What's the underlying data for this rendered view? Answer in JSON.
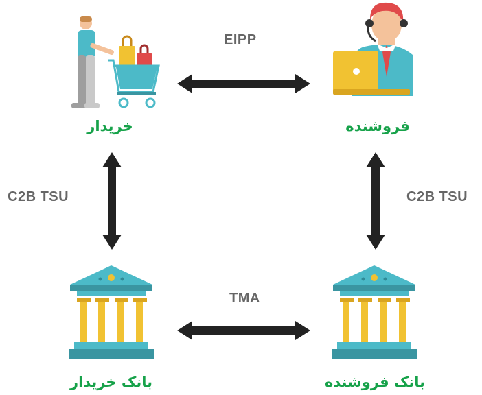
{
  "nodes": {
    "buyer": {
      "label": "خریدار",
      "icon": "shopper-with-cart-icon"
    },
    "seller": {
      "label": "فروشنده",
      "icon": "salesperson-with-laptop-icon"
    },
    "buyer_bank": {
      "label": "بانک خریدار",
      "icon": "bank-building-icon"
    },
    "seller_bank": {
      "label": "بانک فروشنده",
      "icon": "bank-building-icon"
    }
  },
  "edges": {
    "top": {
      "label": "EIPP",
      "from": "buyer",
      "to": "seller"
    },
    "left": {
      "label": "C2B TSU",
      "from": "buyer",
      "to": "buyer_bank"
    },
    "right": {
      "label": "C2B TSU",
      "from": "seller",
      "to": "seller_bank"
    },
    "bottom": {
      "label": "TMA",
      "from": "buyer_bank",
      "to": "seller_bank"
    }
  },
  "colors": {
    "node_label": "#17a24a",
    "edge_label": "#666666",
    "arrow": "#222222",
    "bank_teal": "#4cbac8",
    "bank_yellow": "#f1c232",
    "cart_teal": "#4cbac8",
    "laptop_yellow": "#f1c232"
  }
}
